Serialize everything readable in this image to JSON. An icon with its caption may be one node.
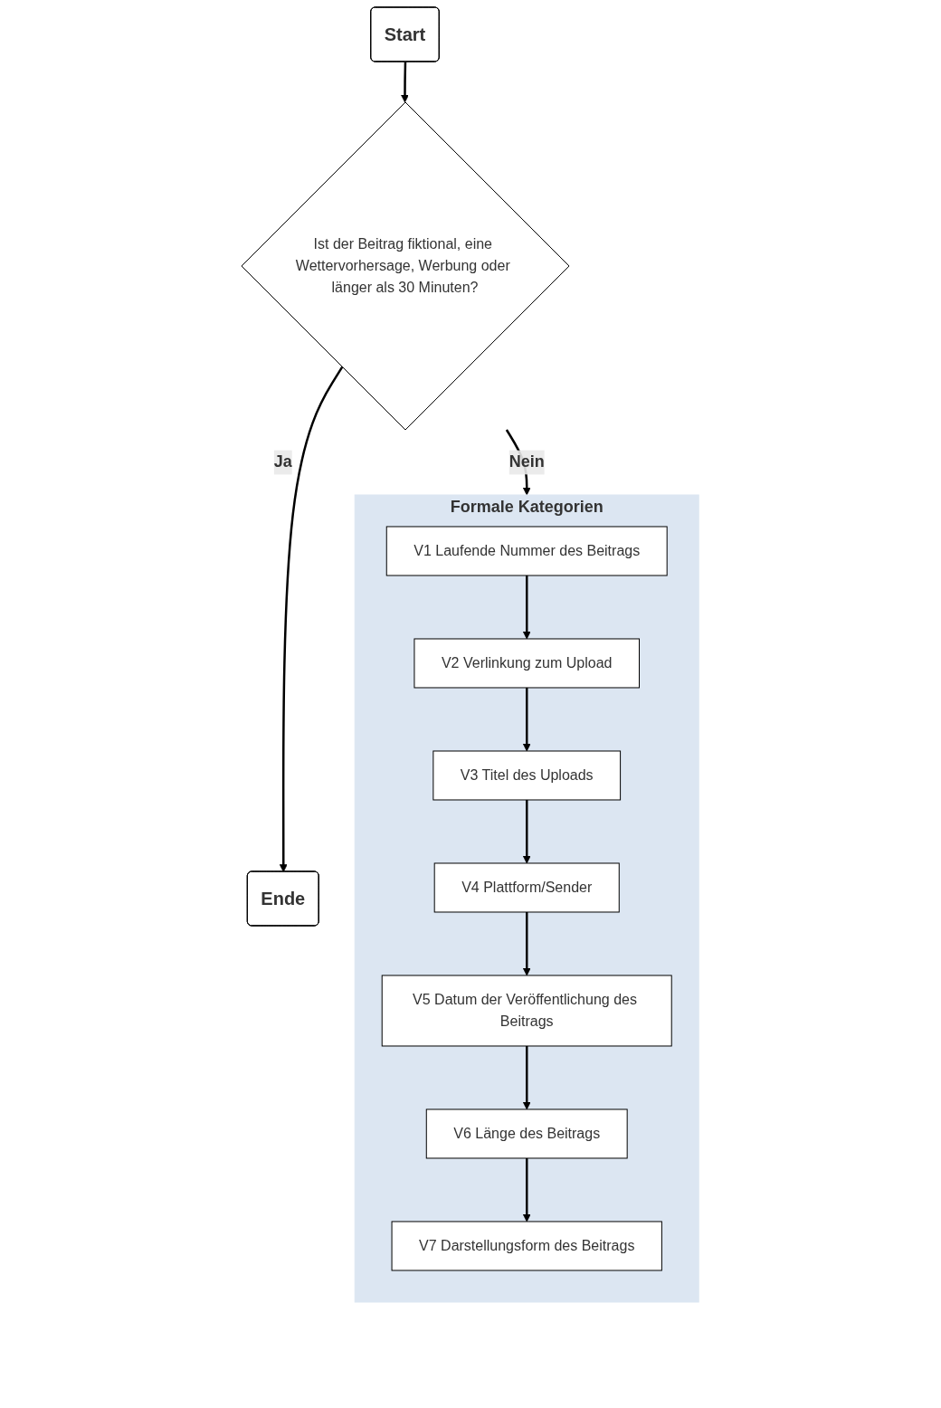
{
  "diagram": {
    "nodes": [
      {
        "text": [
          "Start"
        ]
      },
      {
        "text": [
          "Ist der Beitrag fiktional, eine Wettervorhersage, Werbung oder länger als 30 Minuten?"
        ]
      },
      {
        "text": [
          "Ende"
        ]
      },
      {
        "text": [
          "Formale Kategorien"
        ]
      },
      {
        "text": [
          "V1 Laufende Nummer des Beitrags"
        ],
        "in": 3
      },
      {
        "text": [
          "V2 Verlinkung zum Upload"
        ],
        "in": 3
      },
      {
        "text": [
          "V3 Titel des Uploads"
        ],
        "in": 3
      },
      {
        "text": [
          "V4 Plattform/Sender"
        ],
        "in": 3
      },
      {
        "text": [
          "V5 Datum der Veröffentlichung des Beitrags"
        ],
        "in": 3
      },
      {
        "text": [
          "V6 Länge des Beitrags"
        ],
        "in": 3
      },
      {
        "text": [
          "V7 Darstellungsform des Beitrags"
        ],
        "in": 3
      }
    ],
    "edges": [
      {
        "from": 0,
        "to": 1,
        "arrow": "to"
      },
      {
        "from": 1,
        "to": 2,
        "label": "Ja",
        "arrow": "to"
      },
      {
        "from": 1,
        "to": 3,
        "label": "Nein",
        "arrow": "to"
      },
      {
        "from": 4,
        "to": 5,
        "arrow": "to"
      },
      {
        "from": 5,
        "to": 6,
        "arrow": "to"
      },
      {
        "from": 6,
        "to": 7,
        "arrow": "to"
      },
      {
        "from": 7,
        "to": 8,
        "arrow": "to"
      },
      {
        "from": 8,
        "to": 9,
        "arrow": "to"
      },
      {
        "from": 9,
        "to": 10,
        "arrow": "to"
      }
    ]
  }
}
